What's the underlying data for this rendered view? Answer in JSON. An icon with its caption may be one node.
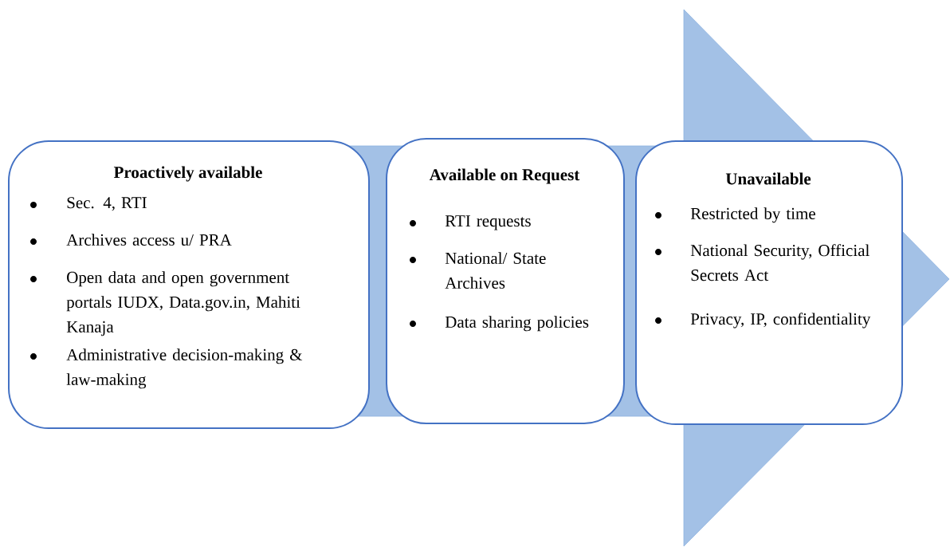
{
  "diagram": {
    "nodes": [
      {
        "text": [
          "Proactively available",
          "Sec. 4, RTI",
          "Archives access u/ PRA",
          "Open data and open government portals IUDX, Data.gov.in, Mahiti Kanaja",
          "Administrative decision-making & law-making"
        ]
      },
      {
        "text": [
          "Available on Request",
          "RTI requests",
          "National/ State Archives",
          "Data sharing policies"
        ]
      },
      {
        "text": [
          "Unavailable",
          "Restricted by time",
          "National Security, Official Secrets Act",
          "Privacy, IP, confidentiality"
        ]
      }
    ]
  }
}
